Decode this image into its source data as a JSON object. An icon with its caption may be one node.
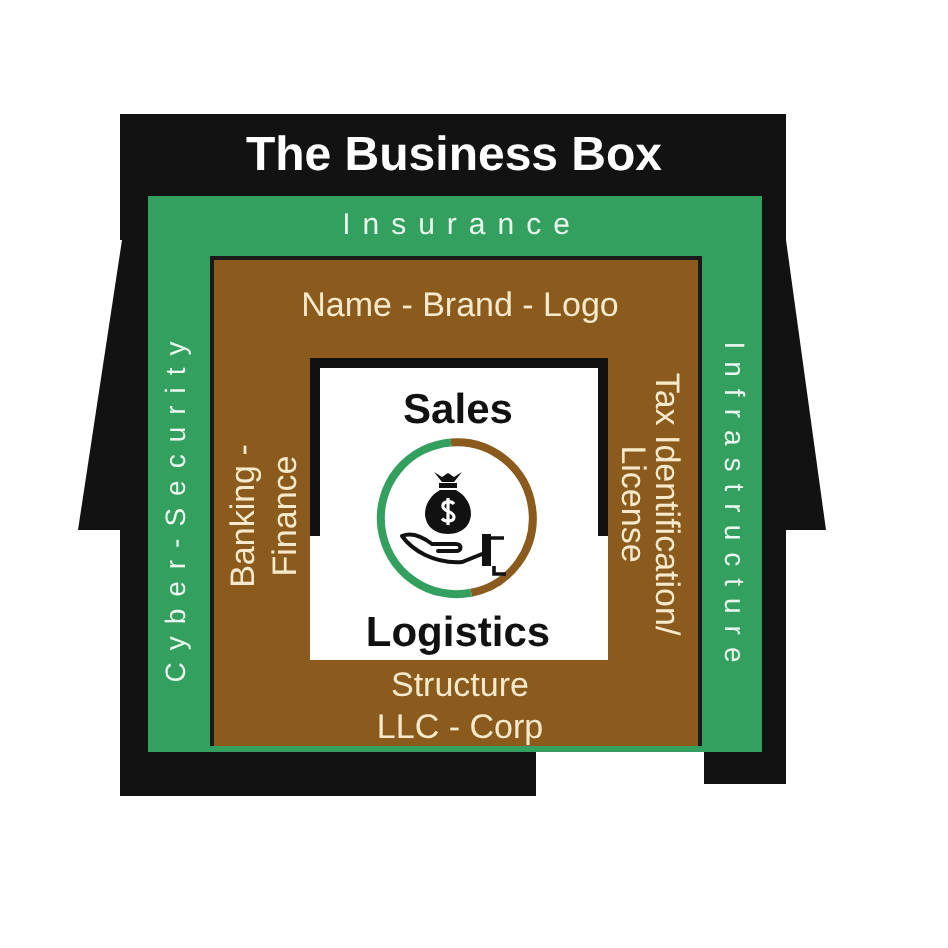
{
  "diagram": {
    "nodes": [
      {
        "text": [
          "The Business Box"
        ]
      },
      {
        "text": [
          "Insurance",
          "Cyber-Security",
          "Infrastructure"
        ],
        "in": 0
      },
      {
        "text": [
          "Name - Brand - Logo",
          "Banking - Finance",
          "Tax Identification/ License",
          "Structure LLC - Corp"
        ],
        "in": 1
      },
      {
        "text": [
          "Sales",
          "Logistics"
        ],
        "in": 2
      }
    ]
  }
}
